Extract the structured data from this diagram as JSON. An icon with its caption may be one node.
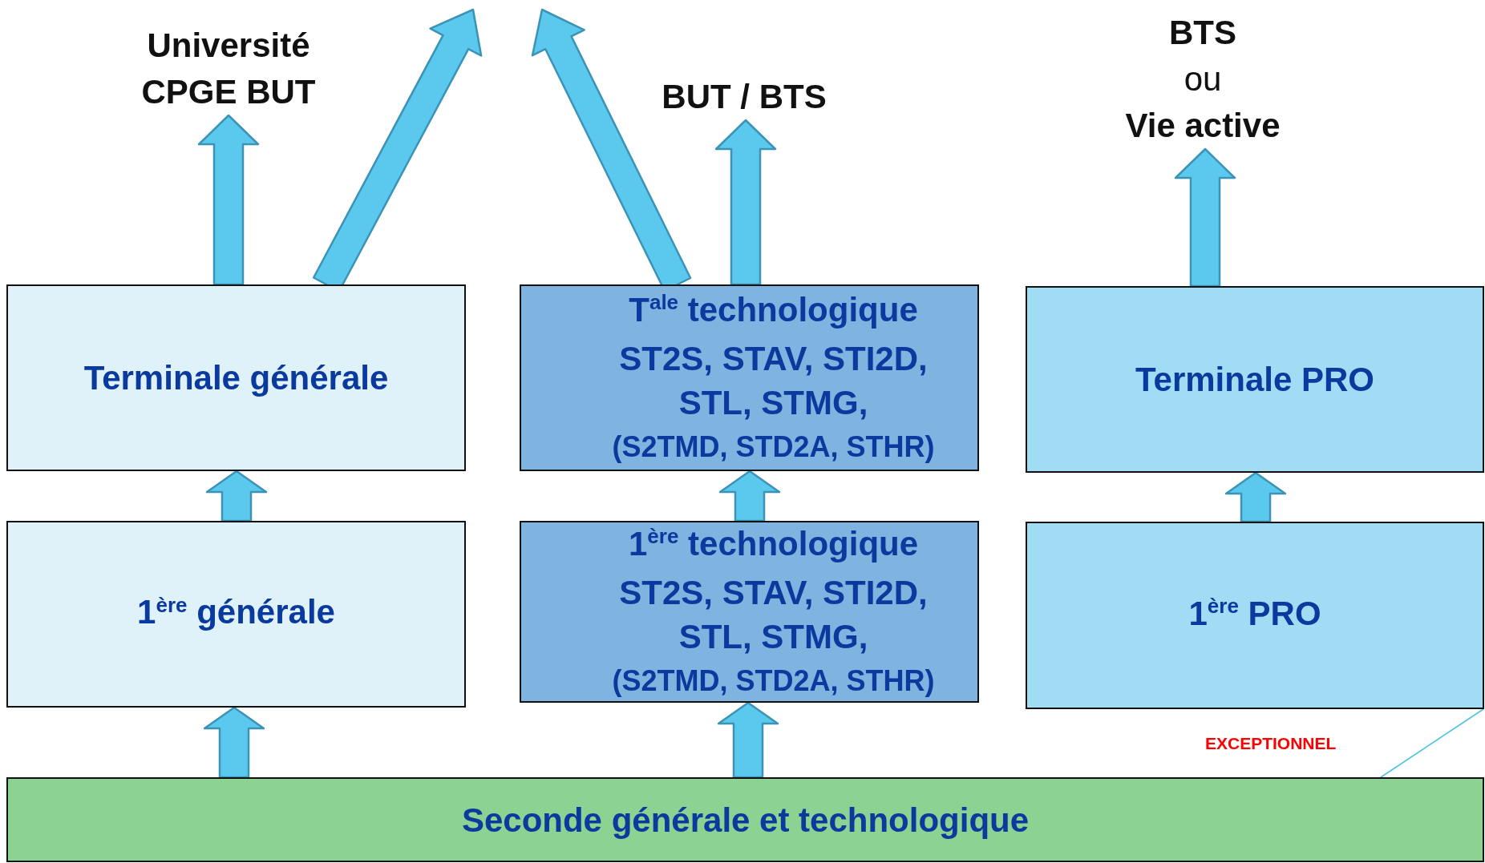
{
  "diagram": {
    "nodes": [
      {
        "text": [
          "Université CPGE BUT"
        ]
      },
      {
        "text": [
          "BUT / BTS"
        ]
      },
      {
        "text": [
          "BTS",
          "ou",
          "Vie active"
        ]
      },
      {
        "text": [
          "Terminale générale"
        ]
      },
      {
        "text": [
          "T$^{ale}$ technologique",
          "ST2S, STAV, STI2D, STL, STMG,",
          "(S2TMD, STD2A, STHR)"
        ]
      },
      {
        "text": [
          "Terminale PRO"
        ]
      },
      {
        "text": [
          "1$^{ère}$ générale"
        ]
      },
      {
        "text": [
          "1$^{ère}$ technologique",
          "ST2S, STAV, STI2D, STL, STMG,",
          "(S2TMD, STD2A, STHR)"
        ]
      },
      {
        "text": [
          "1$^{ère}$ PRO"
        ]
      },
      {
        "text": [
          "Seconde générale et technologique"
        ]
      }
    ],
    "edges": [
      {
        "from": 3,
        "to": 0,
        "arrow": "to"
      },
      {
        "from": 3,
        "to": null,
        "arrow": "to"
      },
      {
        "from": 4,
        "to": null,
        "arrow": "to"
      },
      {
        "from": 4,
        "to": 1,
        "arrow": "to"
      },
      {
        "from": 5,
        "to": 2,
        "arrow": "to"
      },
      {
        "from": 6,
        "to": 3,
        "arrow": "to"
      },
      {
        "from": 7,
        "to": 4,
        "arrow": "to"
      },
      {
        "from": 8,
        "to": 5,
        "arrow": "to"
      },
      {
        "from": 9,
        "to": 6,
        "arrow": "to"
      },
      {
        "from": 9,
        "to": 7,
        "arrow": "to"
      },
      {
        "from": 9,
        "to": 8,
        "arrow": "none",
        "label": "EXCEPTIONNEL",
        "color": "#4fc3e8"
      }
    ]
  }
}
